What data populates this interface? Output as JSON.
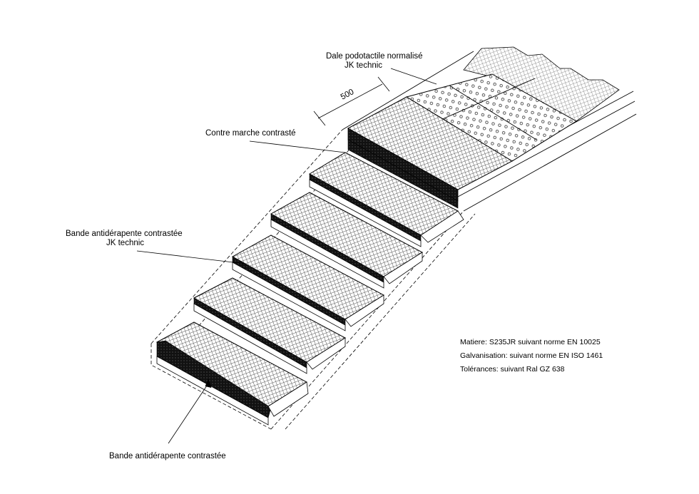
{
  "labels": {
    "dalle_line1": "Dale podotactile normalisé",
    "dalle_line2": "JK technic",
    "dimension": "500",
    "contre_marche": "Contre marche contrasté",
    "bande_jk_line1": "Bande antidérapente contrastée",
    "bande_jk_line2": "JK technic",
    "bande_bottom": "Bande antidérapente contrastée"
  },
  "specs": {
    "matiere": "Matiere: S235JR suivant norme EN 10025",
    "galvanisation": "Galvanisation:  suivant norme EN ISO 1461",
    "tolerances": "Tolérances:  suivant Ral GZ 638"
  },
  "colors": {
    "line": "#000000",
    "grating": "#555555",
    "nosing": "#111111",
    "background": "#ffffff"
  }
}
